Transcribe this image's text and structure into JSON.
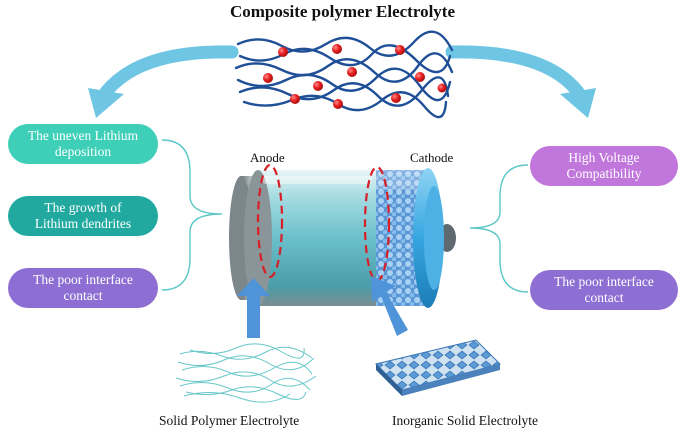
{
  "title": "Composite polymer Electrolyte",
  "battery": {
    "anode_label": "Anode",
    "cathode_label": "Cathode"
  },
  "left_issues": [
    {
      "text": "The uneven Lithium\ndeposition",
      "color": "#3dcfb7"
    },
    {
      "text": "The growth of\nLithium  dendrites",
      "color": "#21a99f"
    },
    {
      "text": "The poor interface\ncontact",
      "color": "#8d6fd3"
    }
  ],
  "right_issues": [
    {
      "text": "High Voltage\nCompatibility",
      "color": "#c176dc"
    },
    {
      "text": "The poor interface\ncontact",
      "color": "#8d6fd3"
    }
  ],
  "captions": {
    "polymer": "Solid Polymer Electrolyte",
    "inorganic": "Inorganic Solid Electrolyte"
  },
  "colors": {
    "arrow": "#6fc5e4",
    "bracket": "#5cc7c7",
    "chain": "#1f4f97",
    "ion": "#e02020",
    "dashed_ellipse": "#d81f26",
    "up_arrow": "#4f93d8"
  },
  "icons": {
    "polymer_network": "polymer-network-icon",
    "lithium_ion": "lithium-ion-icon",
    "battery": "battery-cell-icon",
    "inorganic_crystal": "crystal-lattice-icon"
  }
}
